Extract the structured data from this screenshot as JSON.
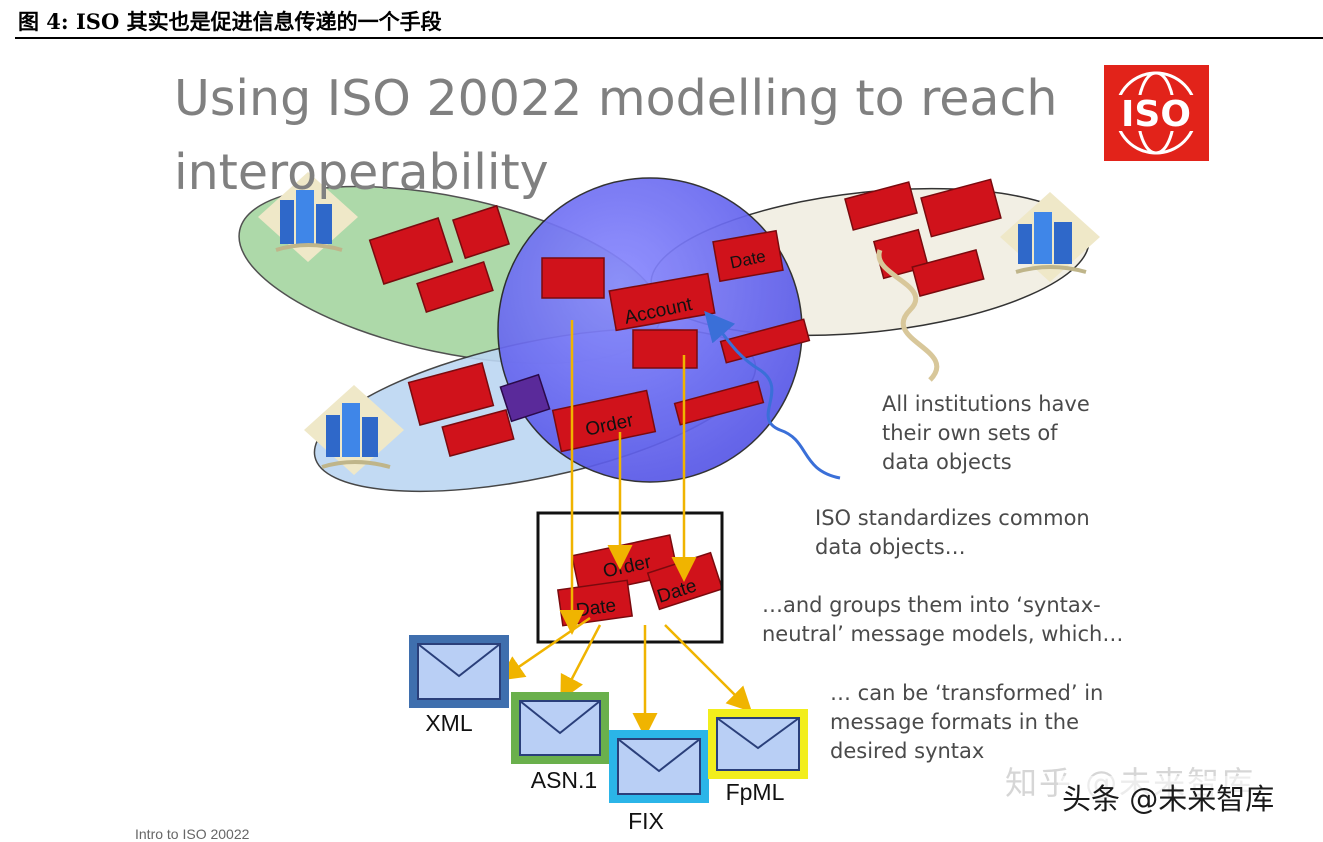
{
  "caption": "图 4:  ISO 其实也是促进信息传递的一个手段",
  "slide": {
    "title": "Using ISO 20022 modelling to reach interoperability",
    "logo_text": "ISO"
  },
  "bricks": {
    "account": "Account",
    "date": "Date",
    "order": "Order"
  },
  "notes": {
    "institutions": "All institutions have\ntheir own sets of\ndata objects",
    "standardizes": "ISO standardizes common\ndata objects…",
    "groups": "…and groups them into ‘syntax-\nneutral’ message models, which…",
    "transformed": "… can be ‘transformed’ in\nmessage formats in the\ndesired syntax"
  },
  "formats": [
    {
      "label": "XML",
      "color": "#3f6fae"
    },
    {
      "label": "ASN.1",
      "color": "#6ab04c"
    },
    {
      "label": "FIX",
      "color": "#2bb5e8"
    },
    {
      "label": "FpML",
      "color": "#f2ee1c"
    }
  ],
  "colors": {
    "brick": "#d0121b",
    "sphere": "#6f6ff5",
    "arrow": "#f0b400",
    "iso_red": "#e2231a"
  },
  "watermark": {
    "zhihu": "知乎 @未来智库",
    "toutiao": "头条 @未来智库"
  },
  "footer": "Intro to ISO 20022"
}
